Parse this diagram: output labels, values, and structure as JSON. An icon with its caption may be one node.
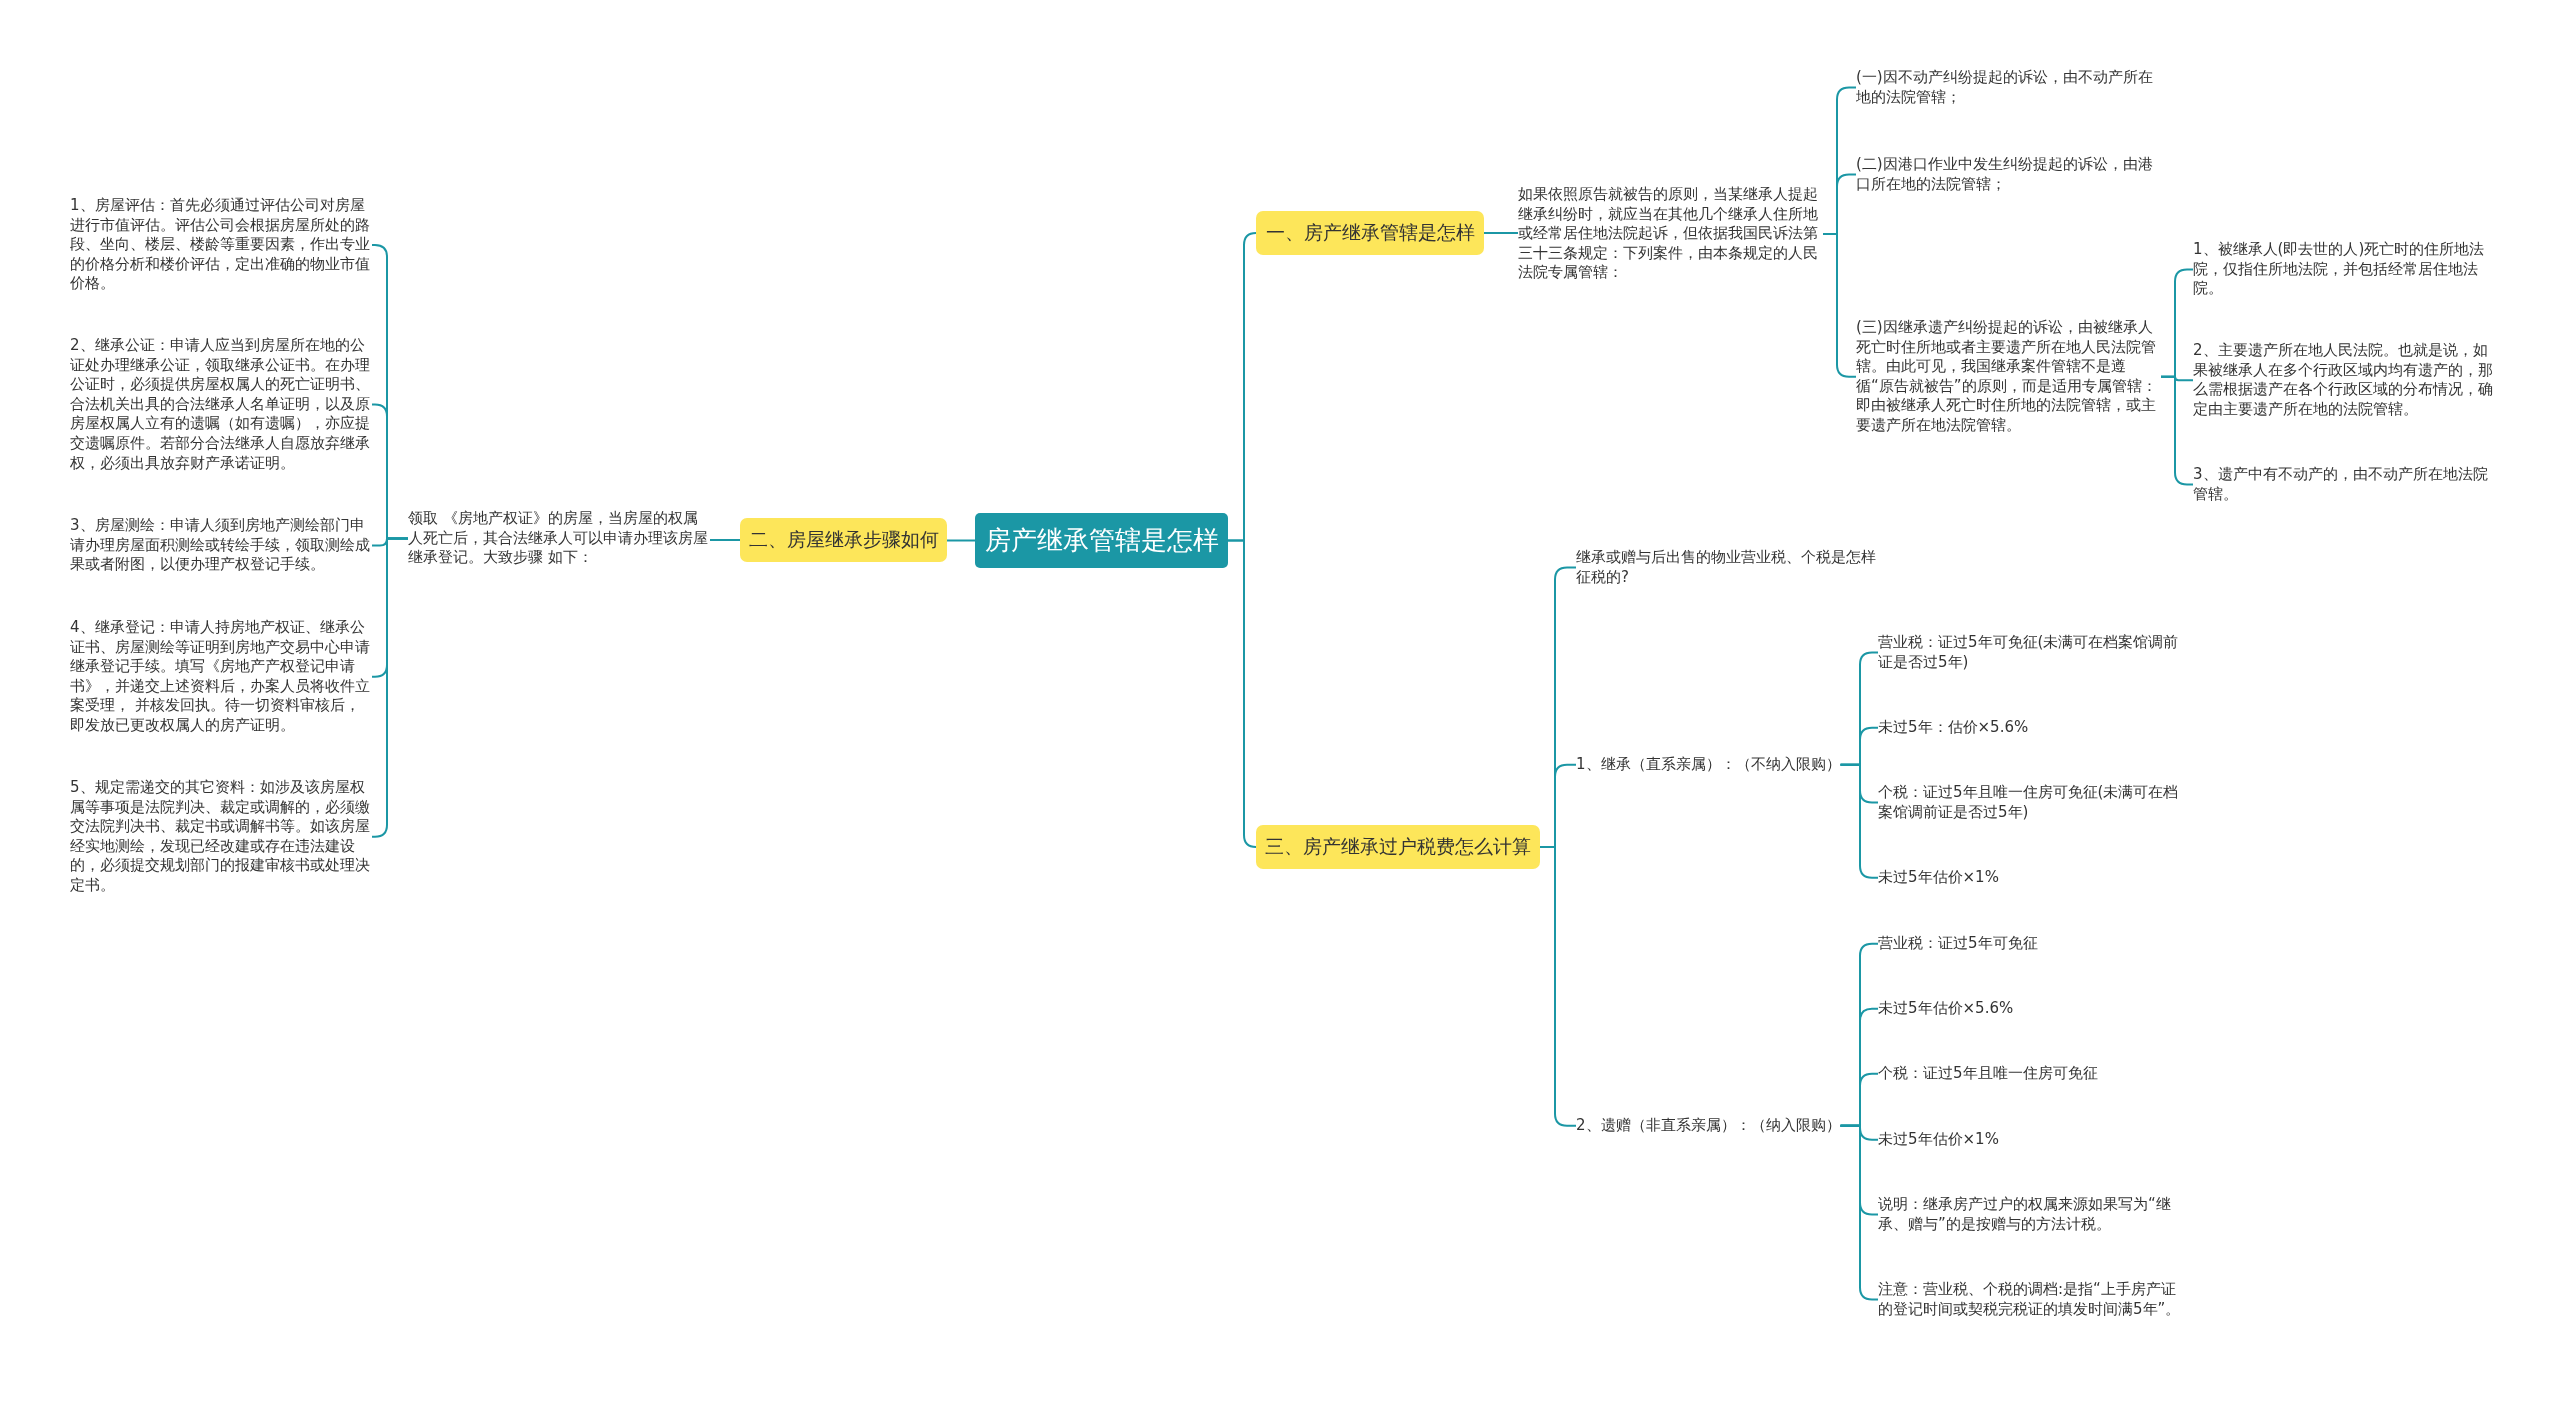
{
  "diagram": {
    "nodes": [
      {
        "text": [
          "房产继承管辖是怎样"
        ]
      },
      {
        "text": [
          "一、房产继承管辖是怎样"
        ]
      },
      {
        "text": [
          "如果依照原告就被告的原则，当某继承人提起继承纠纷时，就应当在其他几个继承人住所地或经常居住地法院起诉，但依据我国民诉法第三十三条规定：下列案件，由本条规定的人民法院专属管辖："
        ]
      },
      {
        "text": [
          "(一)因不动产纠纷提起的诉讼，由不动产所在地的法院管辖；"
        ]
      },
      {
        "text": [
          "(二)因港口作业中发生纠纷提起的诉讼，由港口所在地的法院管辖；"
        ]
      },
      {
        "text": [
          "(三)因继承遗产纠纷提起的诉讼，由被继承人死亡时住所地或者主要遗产所在地人民法院管辖。由此可见，我国继承案件管辖不是遵循“原告就被告”的原则，而是适用专属管辖：即由被继承人死亡时住所地的法院管辖，或主要遗产所在地法院管辖。"
        ]
      },
      {
        "text": [
          "1、被继承人(即去世的人)死亡时的住所地法院，仅指住所地法院，并包括经常居住地法院。"
        ]
      },
      {
        "text": [
          "2、主要遗产所在地人民法院。也就是说，如果被继承人在多个行政区域内均有遗产的，那么需根据遗产在各个行政区域的分布情况，确定由主要遗产所在地的法院管辖。"
        ]
      },
      {
        "text": [
          "3、遗产中有不动产的，由不动产所在地法院管辖。"
        ]
      },
      {
        "text": [
          "二、房屋继承步骤如何"
        ]
      },
      {
        "text": [
          "领取 《房地产权证》的房屋，当房屋的权属人死亡后，其合法继承人可以申请办理该房屋继承登记。大致步骤 如下："
        ]
      },
      {
        "text": [
          "1、房屋评估：首先必须通过评估公司对房屋进行市值评估。评估公司会根据房屋所处的路段、坐向、楼层、楼龄等重要因素，作出专业的价格分析和楼价评估，定出准确的物业市值价格。"
        ]
      },
      {
        "text": [
          "2、继承公证：申请人应当到房屋所在地的公证处办理继承公证，领取继承公证书。在办理公证时，必须提供房屋权属人的死亡证明书、合法机关出具的合法继承人名单证明，以及原房屋权属人立有的遗嘱（如有遗嘱），亦应提交遗嘱原件。若部分合法继承人自愿放弃继承权，必须出具放弃财产承诺证明。"
        ]
      },
      {
        "text": [
          "3、房屋测绘：申请人须到房地产测绘部门申请办理房屋面积测绘或转绘手续，领取测绘成果或者附图，以便办理产权登记手续。"
        ]
      },
      {
        "text": [
          "4、继承登记：申请人持房地产权证、继承公证书、房屋测绘等证明到房地产交易中心申请继承登记手续。填写《房地产产权登记申请书》，并递交上述资料后，办案人员将收件立案受理， 并核发回执。待一切资料审核后，即发放已更改权属人的房产证明。"
        ]
      },
      {
        "text": [
          "5、规定需递交的其它资料：如涉及该房屋权属等事项是法院判决、裁定或调解的，必须缴交法院判决书、裁定书或调解书等。如该房屋经实地测绘，发现已经改建或存在违法建设的，必须提交规划部门的报建审核书或处理决定书。"
        ]
      },
      {
        "text": [
          "三、房产继承过户税费怎么计算"
        ]
      },
      {
        "text": [
          "继承或赠与后出售的物业营业税、个税是怎样征税的?"
        ]
      },
      {
        "text": [
          "1、继承（直系亲属）：（不纳入限购）"
        ]
      },
      {
        "text": [
          "营业税：证过5年可免征(未满可在档案馆调前证是否过5年)"
        ]
      },
      {
        "text": [
          "未过5年：估价×5.6%"
        ]
      },
      {
        "text": [
          "个税：证过5年且唯一住房可免征(未满可在档案馆调前证是否过5年)"
        ]
      },
      {
        "text": [
          "未过5年估价×1%"
        ]
      },
      {
        "text": [
          "2、遗赠（非直系亲属）：（纳入限购）"
        ]
      },
      {
        "text": [
          "营业税：证过5年可免征"
        ]
      },
      {
        "text": [
          "未过5年估价×5.6%"
        ]
      },
      {
        "text": [
          "个税：证过5年且唯一住房可免征"
        ]
      },
      {
        "text": [
          "未过5年估价×1%"
        ]
      },
      {
        "text": [
          "说明：继承房产过户的权属来源如果写为“继承、赠与”的是按赠与的方法计税。"
        ]
      },
      {
        "text": [
          "注意：营业税、个税的调档:是指“上手房产证的登记时间或契税完税证的填发时间满5年”。"
        ]
      }
    ],
    "edges": [
      {
        "from": 0,
        "to": 1,
        "arrow": "none"
      },
      {
        "from": 0,
        "to": 16,
        "arrow": "none"
      },
      {
        "from": 0,
        "to": 9,
        "arrow": "none"
      },
      {
        "from": 1,
        "to": 2,
        "arrow": "none"
      },
      {
        "from": 2,
        "to": 3,
        "arrow": "none"
      },
      {
        "from": 2,
        "to": 4,
        "arrow": "none"
      },
      {
        "from": 2,
        "to": 5,
        "arrow": "none"
      },
      {
        "from": 5,
        "to": 6,
        "arrow": "none"
      },
      {
        "from": 5,
        "to": 7,
        "arrow": "none"
      },
      {
        "from": 5,
        "to": 8,
        "arrow": "none"
      },
      {
        "from": 9,
        "to": 10,
        "arrow": "none"
      },
      {
        "from": 10,
        "to": 11,
        "arrow": "none"
      },
      {
        "from": 10,
        "to": 12,
        "arrow": "none"
      },
      {
        "from": 10,
        "to": 13,
        "arrow": "none"
      },
      {
        "from": 10,
        "to": 14,
        "arrow": "none"
      },
      {
        "from": 10,
        "to": 15,
        "arrow": "none"
      },
      {
        "from": 16,
        "to": 17,
        "arrow": "none"
      },
      {
        "from": 16,
        "to": 18,
        "arrow": "none"
      },
      {
        "from": 16,
        "to": 23,
        "arrow": "none"
      },
      {
        "from": 18,
        "to": 19,
        "arrow": "none"
      },
      {
        "from": 18,
        "to": 20,
        "arrow": "none"
      },
      {
        "from": 18,
        "to": 21,
        "arrow": "none"
      },
      {
        "from": 18,
        "to": 22,
        "arrow": "none"
      },
      {
        "from": 23,
        "to": 24,
        "arrow": "none"
      },
      {
        "from": 23,
        "to": 25,
        "arrow": "none"
      },
      {
        "from": 23,
        "to": 26,
        "arrow": "none"
      },
      {
        "from": 23,
        "to": 27,
        "arrow": "none"
      },
      {
        "from": 23,
        "to": 28,
        "arrow": "none"
      },
      {
        "from": 23,
        "to": 29,
        "arrow": "none"
      }
    ]
  }
}
